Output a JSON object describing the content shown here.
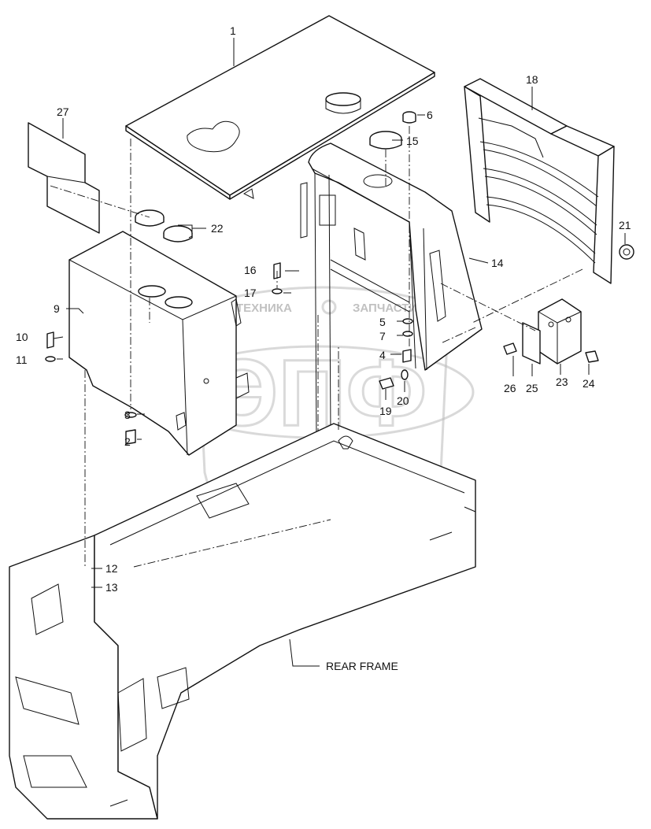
{
  "callouts": [
    {
      "id": "c1",
      "text": "1"
    },
    {
      "id": "c2",
      "text": "2"
    },
    {
      "id": "c3",
      "text": "3"
    },
    {
      "id": "c4",
      "text": "4"
    },
    {
      "id": "c5",
      "text": "5"
    },
    {
      "id": "c6",
      "text": "6"
    },
    {
      "id": "c7",
      "text": "7"
    },
    {
      "id": "c9",
      "text": "9"
    },
    {
      "id": "c10",
      "text": "10"
    },
    {
      "id": "c11",
      "text": "11"
    },
    {
      "id": "c12",
      "text": "12"
    },
    {
      "id": "c13",
      "text": "13"
    },
    {
      "id": "c14",
      "text": "14"
    },
    {
      "id": "c15",
      "text": "15"
    },
    {
      "id": "c16",
      "text": "16"
    },
    {
      "id": "c17",
      "text": "17"
    },
    {
      "id": "c18",
      "text": "18"
    },
    {
      "id": "c19",
      "text": "19"
    },
    {
      "id": "c20",
      "text": "20"
    },
    {
      "id": "c21",
      "text": "21"
    },
    {
      "id": "c22",
      "text": "22"
    },
    {
      "id": "c23",
      "text": "23"
    },
    {
      "id": "c24",
      "text": "24"
    },
    {
      "id": "c25",
      "text": "25"
    },
    {
      "id": "c26",
      "text": "26"
    },
    {
      "id": "c27",
      "text": "27"
    }
  ],
  "frame_label": "REAR FRAME",
  "watermark": {
    "left_text": "ТЕХНИКА",
    "right_text": "ЗАПЧАСТИ",
    "logo_text": "ЭПФ"
  }
}
